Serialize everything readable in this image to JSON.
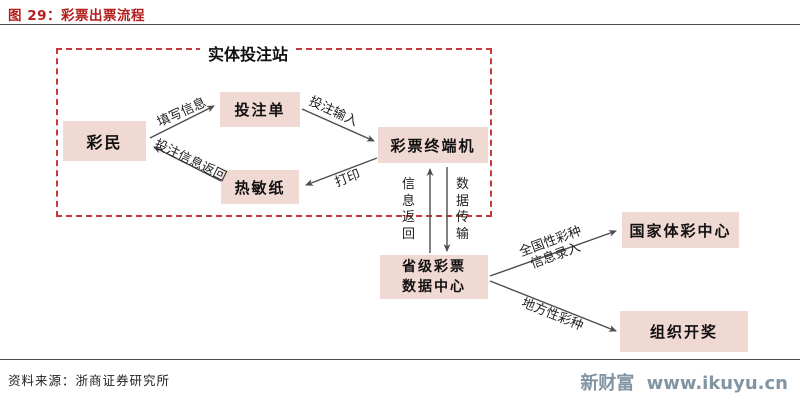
{
  "figure": {
    "title": "图 29：彩票出票流程"
  },
  "diagram": {
    "container_label": "实体投注站",
    "nodes": {
      "lottery_player": "彩民",
      "betting_slip": "投注单",
      "thermal_paper": "热敏纸",
      "lottery_terminal": "彩票终端机",
      "provincial_center_line1": "省级彩票",
      "provincial_center_line2": "数据中心",
      "national_center": "国家体彩中心",
      "organize_draw": "组织开奖"
    },
    "edge_labels": {
      "fill_info": "填写信息",
      "bet_info_return": "投注信息返回",
      "bet_input": "投注输入",
      "print": "打印",
      "info_return": "信息返回",
      "data_transfer": "数据传输",
      "national_lottery_line1": "全国性彩种",
      "national_lottery_line2": "信息录入",
      "local_lottery": "地方性彩种"
    }
  },
  "footer": {
    "source": "资料来源：浙商证券研究所",
    "brand": "新财富",
    "site": "www.ikuyu.cn"
  },
  "colors": {
    "title_red": "#b51d1d",
    "dashed_border_red": "#c53b3b",
    "node_fill_pink": "#f1d9d3",
    "arrow_gray": "#4d4d4d",
    "watermark_blue_gray": "#8295a3"
  }
}
